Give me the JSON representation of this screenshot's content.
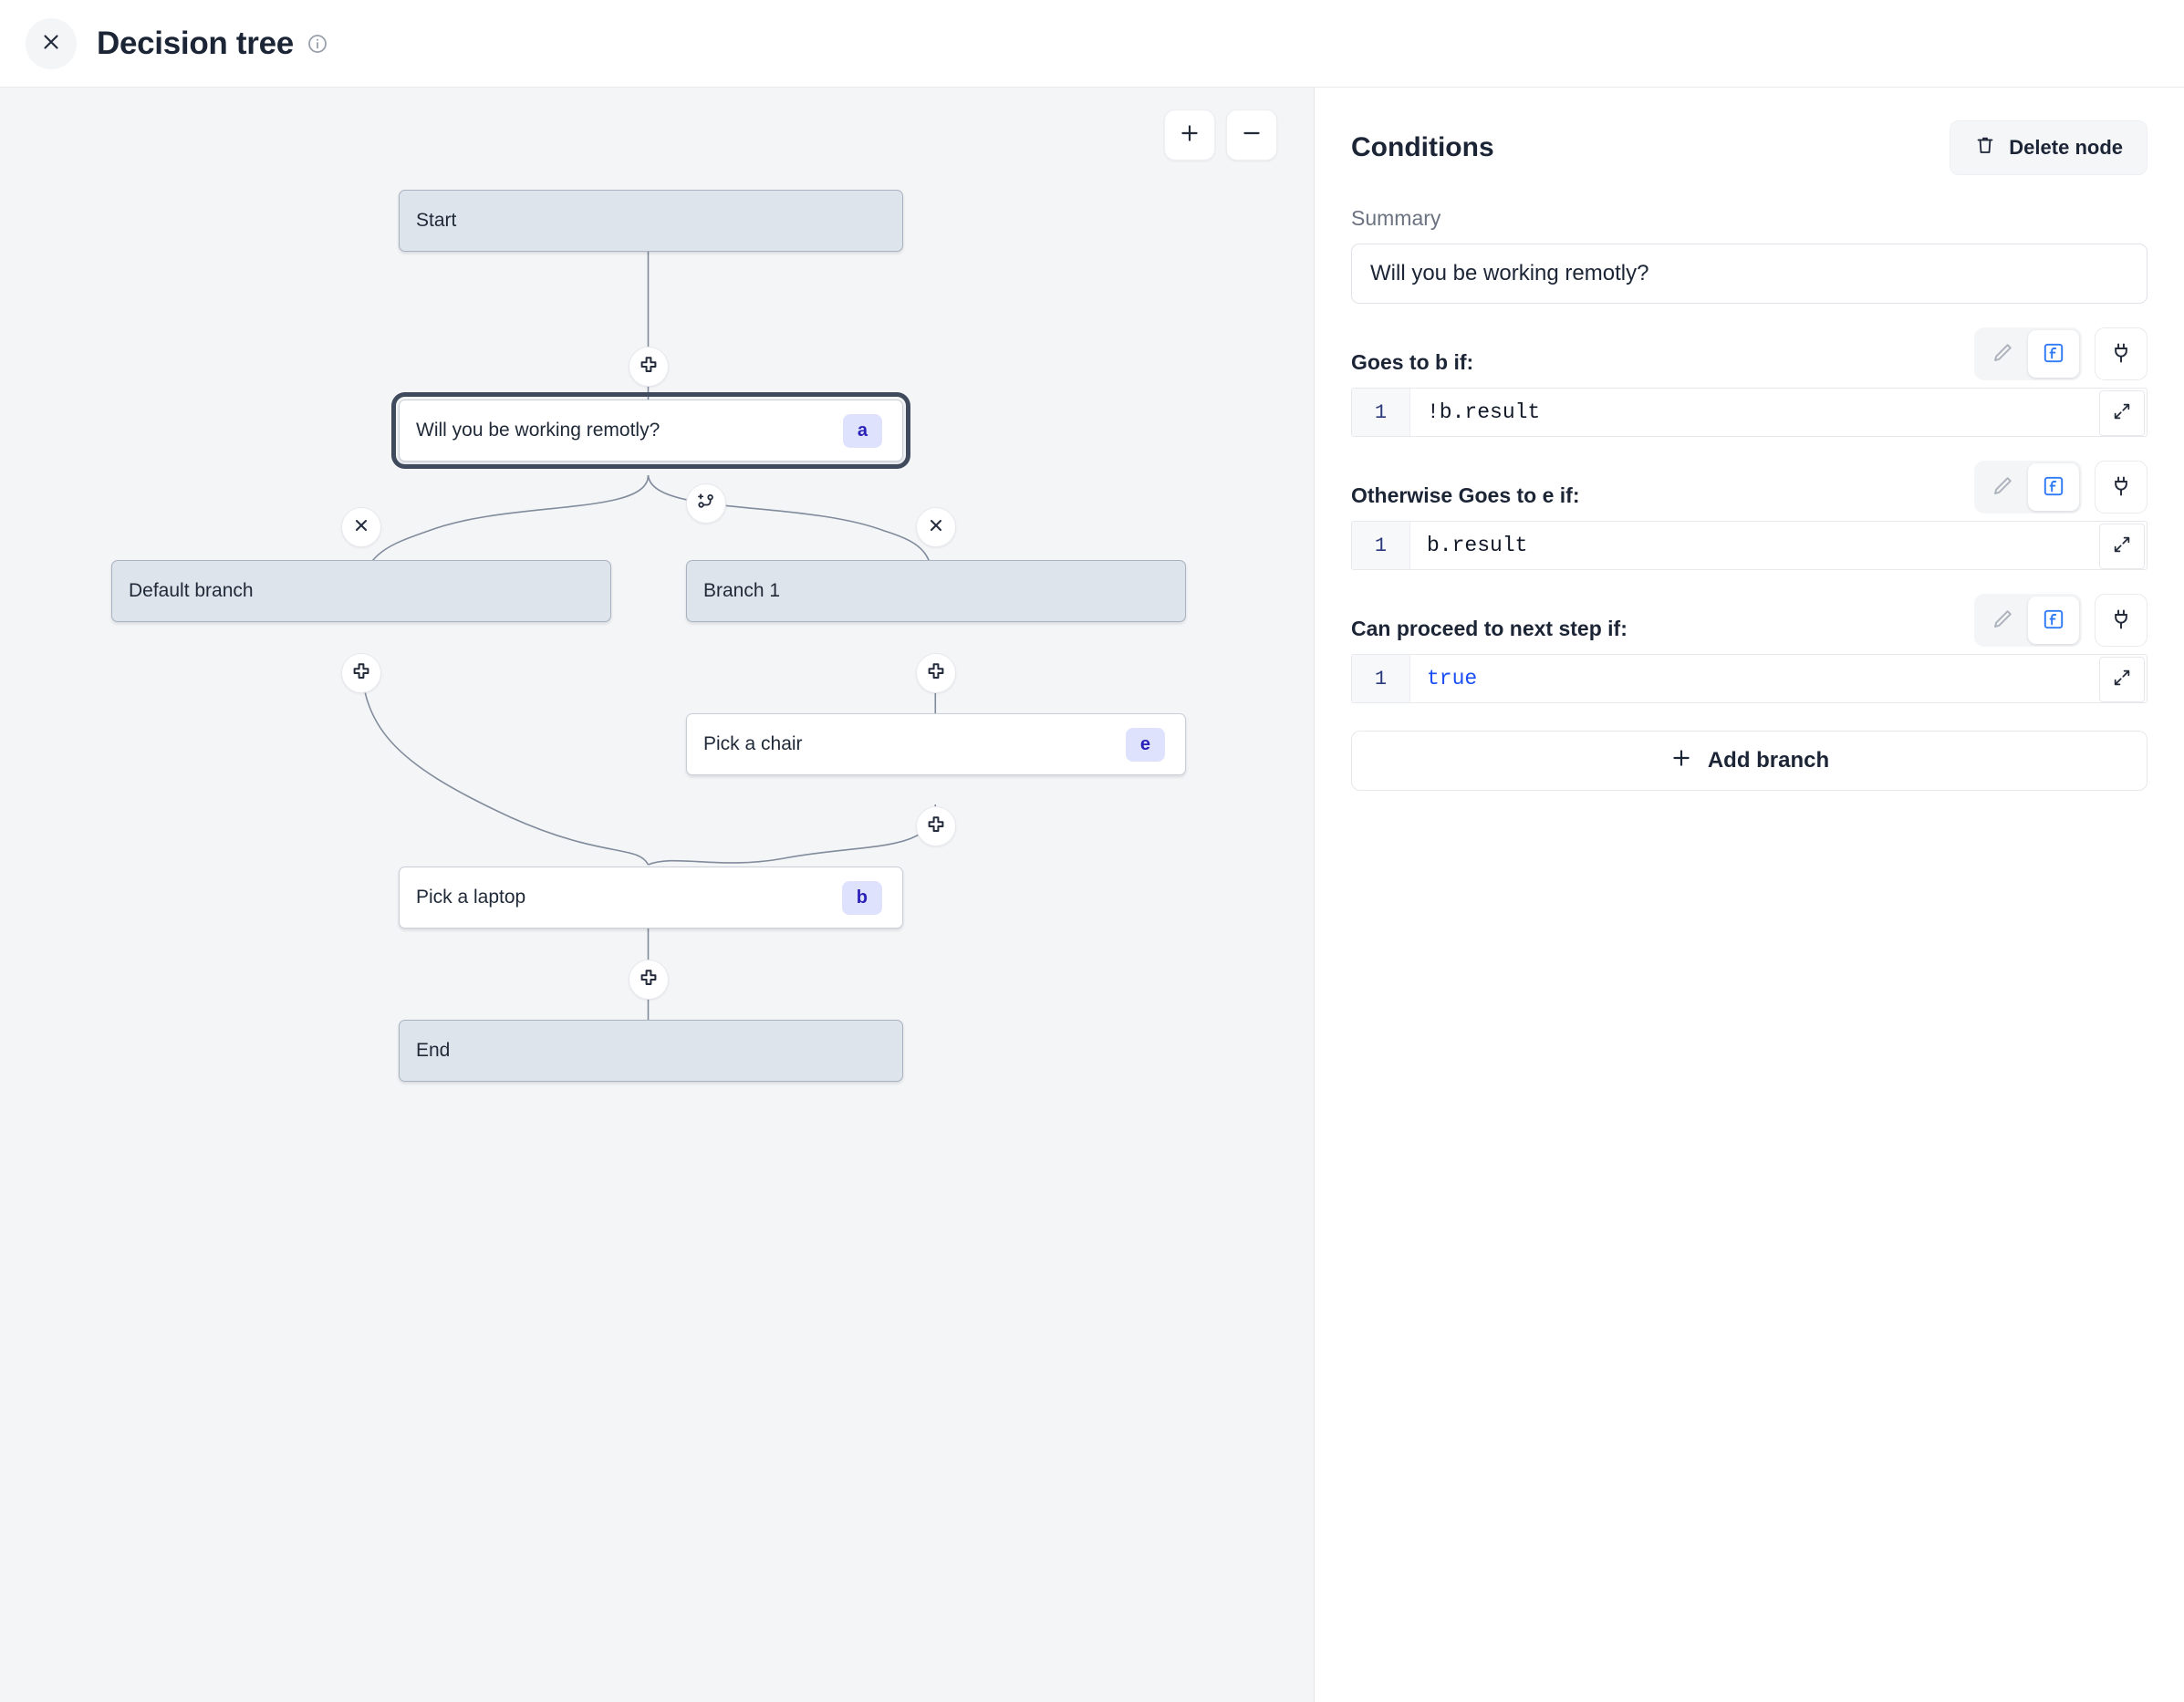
{
  "header": {
    "close_icon": "close-icon",
    "title": "Decision tree",
    "info_icon": "info-icon"
  },
  "canvas": {
    "zoom_in_label": "+",
    "zoom_out_label": "−",
    "nodes": [
      {
        "id": "start",
        "label": "Start",
        "type": "system",
        "badge": null,
        "selected": false
      },
      {
        "id": "a",
        "label": "Will you be working remotly?",
        "type": "step",
        "badge": "a",
        "selected": true
      },
      {
        "id": "default",
        "label": "Default branch",
        "type": "system",
        "badge": null,
        "selected": false
      },
      {
        "id": "branch1",
        "label": "Branch 1",
        "type": "system",
        "badge": null,
        "selected": false
      },
      {
        "id": "e",
        "label": "Pick a chair",
        "type": "step",
        "badge": "e",
        "selected": false
      },
      {
        "id": "b",
        "label": "Pick a laptop",
        "type": "step",
        "badge": "b",
        "selected": false
      },
      {
        "id": "end",
        "label": "End",
        "type": "system",
        "badge": null,
        "selected": false
      }
    ],
    "handles": [
      {
        "name": "add-step-handle-start-to-a",
        "icon": "plus-icon"
      },
      {
        "name": "remove-branch-handle-default",
        "icon": "close-icon"
      },
      {
        "name": "add-branch-handle",
        "icon": "add-branch-icon"
      },
      {
        "name": "remove-branch-handle-branch1",
        "icon": "close-icon"
      },
      {
        "name": "add-step-handle-default-to-b",
        "icon": "plus-icon"
      },
      {
        "name": "add-step-handle-branch1-to-e",
        "icon": "plus-icon"
      },
      {
        "name": "add-step-handle-e-to-b",
        "icon": "plus-icon"
      },
      {
        "name": "add-step-handle-b-to-end",
        "icon": "plus-icon"
      }
    ]
  },
  "panel": {
    "title": "Conditions",
    "delete_label": "Delete node",
    "summary_label": "Summary",
    "summary_value": "Will you be working remotly?",
    "conditions": [
      {
        "label": "Goes to b if:",
        "line_no": "1",
        "code": "!b.result",
        "keyword": false
      },
      {
        "label": "Otherwise Goes to e if:",
        "line_no": "1",
        "code": "b.result",
        "keyword": false
      },
      {
        "label": "Can proceed to next step if:",
        "line_no": "1",
        "code": "true",
        "keyword": true
      }
    ],
    "tool_icons": {
      "edit": "pencil-icon",
      "function": "function-icon",
      "connect": "plug-icon",
      "expand": "expand-icon"
    },
    "add_branch_label": "Add branch"
  },
  "colors": {
    "accent_blue": "#1b4ef5",
    "badge_bg": "#dfe2fd",
    "badge_fg": "#2a21b8",
    "node_system_bg": "#dee4ec",
    "canvas_bg": "#f4f5f7"
  }
}
